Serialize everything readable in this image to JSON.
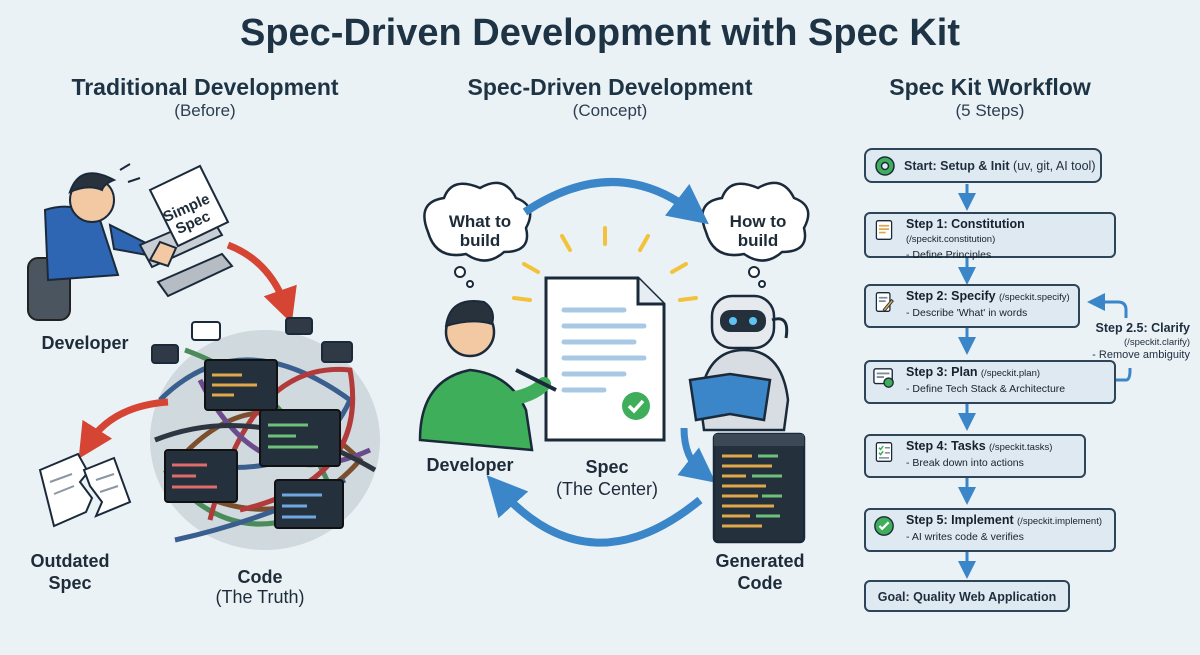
{
  "title": "Spec-Driven Development with Spec Kit",
  "columns": [
    {
      "heading": "Traditional Development",
      "subheading": "(Before)"
    },
    {
      "heading": "Spec-Driven Development",
      "subheading": "(Concept)"
    },
    {
      "heading": "Spec Kit Workflow",
      "subheading": "(5 Steps)"
    }
  ],
  "traditional": {
    "paper_text": "Simple Spec",
    "developer": "Developer",
    "outdated_spec": "Outdated Spec",
    "code": "Code",
    "code_note": "(The Truth)"
  },
  "concept": {
    "cloud_left": "What to build",
    "cloud_right": "How to build",
    "developer": "Developer",
    "spec": "Spec",
    "spec_note": "(The Center)",
    "generated_code": "Generated Code"
  },
  "workflow": {
    "start": {
      "title": "Start: Setup & Init",
      "detail": "(uv, git, AI tool)"
    },
    "steps": [
      {
        "title": "Step 1: Constitution",
        "command": "(/speckit.constitution)",
        "desc": "- Define Principles",
        "icon": "document-icon"
      },
      {
        "title": "Step 2: Specify",
        "command": "(/speckit.specify)",
        "desc": "- Describe 'What' in words",
        "icon": "pencil-document-icon"
      },
      {
        "title": "Step 3: Plan",
        "command": "(/speckit.plan)",
        "desc": "- Define Tech Stack & Architecture",
        "icon": "gear-window-icon"
      },
      {
        "title": "Step 4: Tasks",
        "command": "(/speckit.tasks)",
        "desc": "- Break down into actions",
        "icon": "checklist-icon"
      },
      {
        "title": "Step 5: Implement",
        "command": "(/speckit.implement)",
        "desc": "- AI writes code & verifies",
        "icon": "gear-check-icon"
      }
    ],
    "clarify": {
      "title": "Step 2.5: Clarify",
      "command": "(/speckit.clarify)",
      "desc": "- Remove ambiguity"
    },
    "goal": "Goal: Quality Web Application"
  },
  "colors": {
    "accent_blue": "#3a86c8",
    "arrow_red": "#d64533",
    "box_fill": "#dfe9f1",
    "box_border": "#2e4458"
  }
}
